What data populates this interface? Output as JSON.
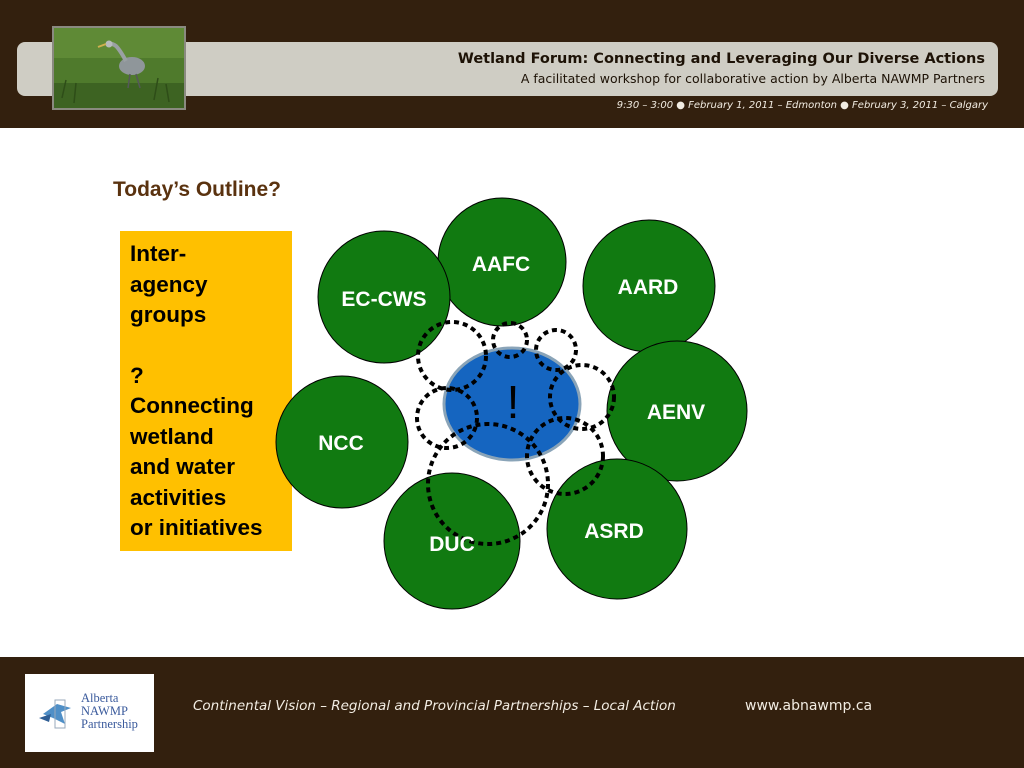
{
  "header": {
    "title": "Wetland Forum: Connecting and Leveraging Our Diverse Actions",
    "subtitle": "A facilitated workshop for collaborative action by Alberta NAWMP Partners",
    "dates": "9:30 – 3:00 ● February 1, 2011 – Edmonton ● February 3, 2011 – Calgary"
  },
  "slide": {
    "title": "Today’s Outline?",
    "callout_line1": "Inter-\nagency\ngroups",
    "callout_line2": "?\nConnecting\nwetland\nand water\nactivities\nor initiatives"
  },
  "diagram": {
    "center_label": "!",
    "center_color": "#1565c0",
    "node_color": "#117a11",
    "nodes": [
      "AAFC",
      "EC-CWS",
      "AARD",
      "AENV",
      "NCC",
      "ASRD",
      "DUC"
    ]
  },
  "footer": {
    "logo_text": "Alberta\nNAWMP\nPartnership",
    "tagline": "Continental Vision – Regional and Provincial Partnerships – Local Action",
    "website": "www.abnawmp.ca"
  }
}
